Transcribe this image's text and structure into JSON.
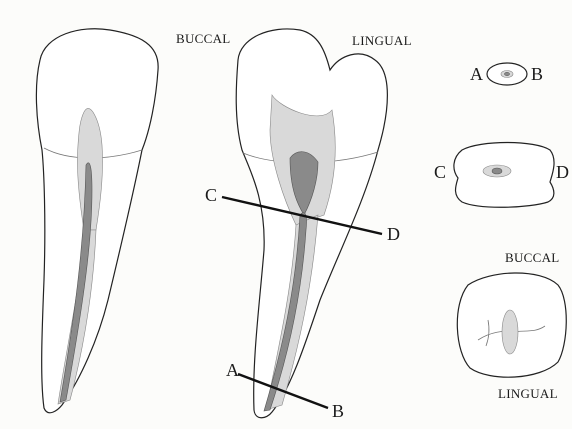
{
  "labels": {
    "buccal_top": "BUCCAL",
    "lingual_top": "LINGUAL",
    "buccal_right": "BUCCAL",
    "lingual_right": "LINGUAL",
    "a1": "A",
    "b1": "B",
    "c1": "C",
    "d1": "D",
    "a2": "A",
    "b2": "B",
    "c2": "C",
    "d2": "D"
  },
  "colors": {
    "outline": "#222222",
    "pulp_light": "#d9d9d9",
    "pulp_dark": "#8a8a8a",
    "background": "#fcfcfa"
  }
}
